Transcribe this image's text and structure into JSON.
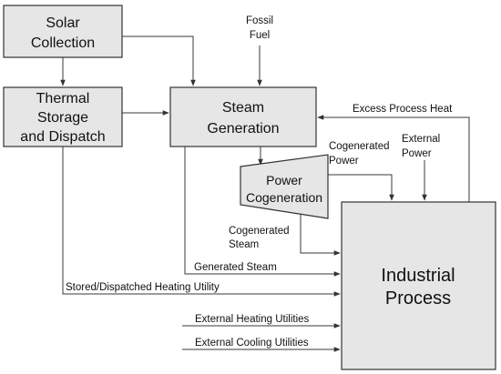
{
  "nodes": {
    "solar": {
      "line1": "Solar",
      "line2": "Collection"
    },
    "thermal": {
      "line1": "Thermal",
      "line2": "Storage",
      "line3": "and Dispatch"
    },
    "steam": {
      "line1": "Steam",
      "line2": "Generation"
    },
    "power": {
      "line1": "Power",
      "line2": "Cogeneration"
    },
    "industrial": {
      "line1": "Industrial",
      "line2": "Process"
    },
    "fossil": {
      "line1": "Fossil",
      "line2": "Fuel"
    }
  },
  "labels": {
    "excess_heat": "Excess Process Heat",
    "cogen_power": {
      "line1": "Cogenerated",
      "line2": "Power"
    },
    "external_power": {
      "line1": "External",
      "line2": "Power"
    },
    "cogen_steam": {
      "line1": "Cogenerated",
      "line2": "Steam"
    },
    "generated_steam": "Generated Steam",
    "stored_heating": "Stored/Dispatched Heating Utility",
    "ext_heating": "External Heating Utilities",
    "ext_cooling": "External Cooling Utilities"
  },
  "colors": {
    "box_fill": "#e6e6e6",
    "stroke": "#333333"
  }
}
